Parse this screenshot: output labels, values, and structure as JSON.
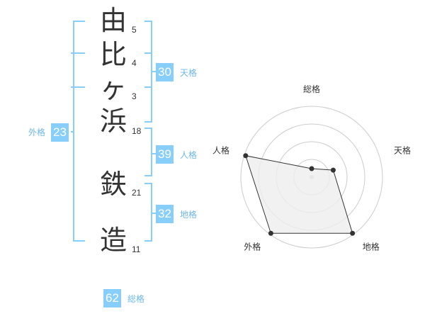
{
  "name": {
    "characters": [
      {
        "char": "由",
        "strokes": "5"
      },
      {
        "char": "比",
        "strokes": "4"
      },
      {
        "char": "ヶ",
        "strokes": "3"
      },
      {
        "char": "浜",
        "strokes": "18"
      },
      {
        "char": "鉄",
        "strokes": "21"
      },
      {
        "char": "造",
        "strokes": "11"
      }
    ]
  },
  "scores": {
    "tenkaku": {
      "value": "30",
      "label": "天格"
    },
    "jinkaku": {
      "value": "39",
      "label": "人格"
    },
    "chikaku": {
      "value": "32",
      "label": "地格"
    },
    "gaikaku": {
      "value": "23",
      "label": "外格"
    },
    "soukaku": {
      "value": "62",
      "label": "総格"
    }
  },
  "colors": {
    "accent": "#87cefa",
    "bracket": "#87cefa",
    "radar_fill": "#eeeeee",
    "radar_grid": "#cccccc",
    "point": "#333333"
  },
  "chart_data": {
    "type": "radar",
    "axes": [
      "総格",
      "天格",
      "地格",
      "外格",
      "人格"
    ],
    "values": [
      0.12,
      0.32,
      0.98,
      0.98,
      0.98
    ],
    "rings": 4
  }
}
